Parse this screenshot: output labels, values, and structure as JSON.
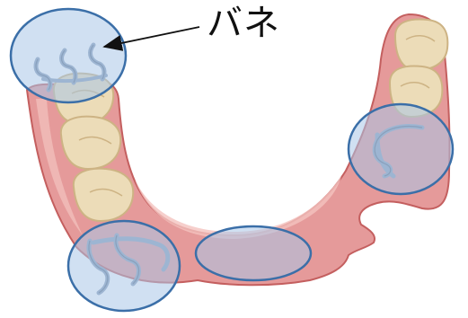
{
  "annotation": {
    "label": "バネ"
  },
  "colors": {
    "gum": "#e59a9a",
    "gum_dark": "#c45f5f",
    "gum_light": "#f4c3bf",
    "tooth": "#ecdcb8",
    "tooth_shade": "#cdb384",
    "clasp": "#8fa0b8",
    "clasp_dark": "#4e5e74",
    "highlight_fill": "#a9c6e8",
    "highlight_stroke": "#3b6fa8",
    "label": "#111111"
  },
  "icons": [
    "spring-arrow",
    "clasp-wire"
  ]
}
